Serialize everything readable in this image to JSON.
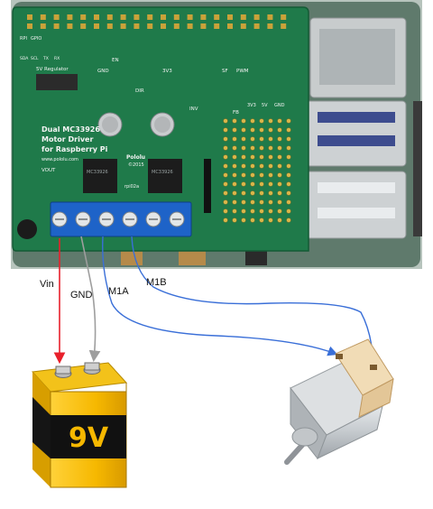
{
  "board": {
    "title_line1": "Dual MC33926",
    "title_line2": "Motor Driver",
    "title_line3": "for Raspberry Pi",
    "url": "www.pololu.com",
    "brand": "Pololu",
    "year": "©2015",
    "header_labels": [
      "RPI",
      "GPIO",
      "SDA",
      "SCL",
      "TX",
      "RX"
    ],
    "regulator_label": "5V Regulator",
    "vout_label": "VOUT",
    "pin_labels": [
      "GND",
      "3V3",
      "EN",
      "DIR",
      "INV",
      "SF",
      "PWM",
      "FB",
      "3V3",
      "5V",
      "GND"
    ],
    "chip_text": [
      "MC33926",
      "MC33926"
    ],
    "rev_text": "rpi02a",
    "terminal_count": 6,
    "colors": {
      "pcb": "#1f7a4a",
      "pcb_dark": "#176a3e",
      "terminal": "#1e63c8",
      "background_pi": "#8c9a94"
    }
  },
  "wires": [
    {
      "label": "Vin",
      "color": "#e8202b"
    },
    {
      "label": "GND",
      "color": "#9e9e9e"
    },
    {
      "label": "M1A",
      "color": "#3a6fd8"
    },
    {
      "label": "M1B",
      "color": "#3a6fd8"
    }
  ],
  "battery": {
    "label": "9V",
    "colors": {
      "body": "#f6b800",
      "band": "#111111",
      "text": "#f6b800"
    }
  },
  "motor": {
    "colors": {
      "can": "#cfd3d6",
      "cap": "#efd7b0",
      "shaft": "#9ea2a6"
    }
  }
}
